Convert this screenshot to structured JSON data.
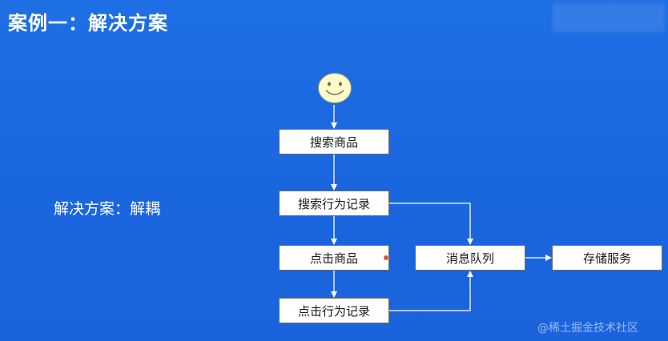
{
  "slide": {
    "title": "案例一：解决方案",
    "subtitle": "解决方案：解耦",
    "watermark": "@稀土掘金技术社区"
  },
  "diagram": {
    "nodes": {
      "search": "搜索商品",
      "search_log": "搜索行为记录",
      "click": "点击商品",
      "click_log": "点击行为记录",
      "message_queue": "消息队列",
      "storage": "存储服务"
    },
    "start_icon": "smiley-face-icon"
  },
  "colors": {
    "background": "#1a66df",
    "box_fill": "#ffffff",
    "connector": "#ffffff",
    "face_fill": "#fdfbc9"
  }
}
